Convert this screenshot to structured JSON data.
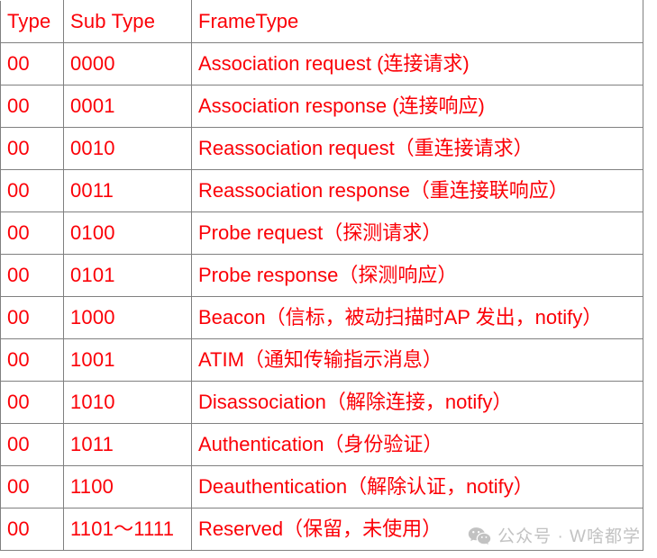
{
  "document": {
    "kind": "table",
    "colors": {
      "text_red": "#fb0007",
      "border_gray": "#808080",
      "background": "#ffffff",
      "watermark_gray": "#c2c2c2"
    }
  },
  "table": {
    "columns": [
      "Type",
      "Sub Type",
      "FrameType"
    ],
    "rows": [
      {
        "type": "00",
        "subtype": "0000",
        "frametype": "Association request (连接请求)"
      },
      {
        "type": "00",
        "subtype": "0001",
        "frametype": "Association response (连接响应)"
      },
      {
        "type": "00",
        "subtype": "0010",
        "frametype": "Reassociation request（重连接请求）"
      },
      {
        "type": "00",
        "subtype": "0011",
        "frametype": "Reassociation response（重连接联响应）"
      },
      {
        "type": "00",
        "subtype": "0100",
        "frametype": "Probe request（探测请求）"
      },
      {
        "type": "00",
        "subtype": "0101",
        "frametype": "Probe response（探测响应）"
      },
      {
        "type": "00",
        "subtype": "1000",
        "frametype": "Beacon（信标，被动扫描时AP 发出，notify）"
      },
      {
        "type": "00",
        "subtype": "1001",
        "frametype": "ATIM（通知传输指示消息）"
      },
      {
        "type": "00",
        "subtype": "1010",
        "frametype": "Disassociation（解除连接，notify）"
      },
      {
        "type": "00",
        "subtype": "1011",
        "frametype": "Authentication（身份验证）"
      },
      {
        "type": "00",
        "subtype": "1100",
        "frametype": "Deauthentication（解除认证，notify）"
      },
      {
        "type": "00",
        "subtype": "1101～1111",
        "frametype": "Reserved（保留，未使用）"
      }
    ]
  },
  "watermark": {
    "icon": "wechat-logo-icon",
    "text": "公众号 · W啥都学"
  }
}
